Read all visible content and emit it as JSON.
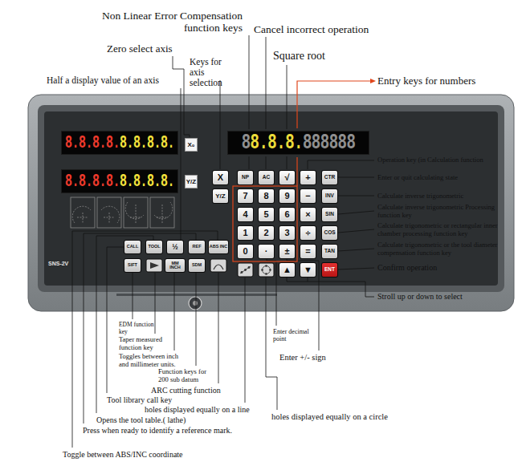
{
  "diagram": {
    "nodes": [
      {
        "text": [
          "SNS-2V"
        ]
      },
      {
        "text": [
          "8.8.8.8.",
          "8.8.8.8."
        ],
        "in": 0
      },
      {
        "text": [
          "X₀"
        ],
        "in": 0
      },
      {
        "text": [
          "8",
          "8.8.8.",
          "888888"
        ],
        "in": 0
      },
      {
        "text": [
          "8.8.8.8.",
          "8.8.8.8."
        ],
        "in": 0
      },
      {
        "text": [
          "Y/Z"
        ],
        "in": 0
      },
      {
        "text": [
          "X"
        ],
        "in": 0
      },
      {
        "text": [
          "NP"
        ],
        "in": 0
      },
      {
        "text": [
          "AC"
        ],
        "in": 0
      },
      {
        "text": [
          "√"
        ],
        "in": 0
      },
      {
        "text": [
          "+"
        ],
        "in": 0
      },
      {
        "text": [
          "CTR"
        ],
        "in": 0
      },
      {
        "text": [
          "Y/Z"
        ],
        "in": 0
      },
      {
        "text": [
          "7"
        ],
        "in": 0
      },
      {
        "text": [
          "8"
        ],
        "in": 0
      },
      {
        "text": [
          "9"
        ],
        "in": 0
      },
      {
        "text": [
          "−"
        ],
        "in": 0
      },
      {
        "text": [
          "INV"
        ],
        "in": 0
      },
      {
        "text": [
          "4"
        ],
        "in": 0
      },
      {
        "text": [
          "5"
        ],
        "in": 0
      },
      {
        "text": [
          "6"
        ],
        "in": 0
      },
      {
        "text": [
          "×"
        ],
        "in": 0
      },
      {
        "text": [
          "SIN"
        ],
        "in": 0
      },
      {
        "text": [
          "1"
        ],
        "in": 0
      },
      {
        "text": [
          "2"
        ],
        "in": 0
      },
      {
        "text": [
          "3"
        ],
        "in": 0
      },
      {
        "text": [
          "÷"
        ],
        "in": 0
      },
      {
        "text": [
          "COS"
        ],
        "in": 0
      },
      {
        "text": [
          "CALL"
        ],
        "in": 0
      },
      {
        "text": [
          "TOOL"
        ],
        "in": 0
      },
      {
        "text": [
          "½"
        ],
        "in": 0
      },
      {
        "text": [
          "REF"
        ],
        "in": 0
      },
      {
        "text": [
          "ABS INC"
        ],
        "in": 0
      },
      {
        "text": [
          "0"
        ],
        "in": 0
      },
      {
        "text": [
          "·"
        ],
        "in": 0
      },
      {
        "text": [
          "±"
        ],
        "in": 0
      },
      {
        "text": [
          "="
        ],
        "in": 0
      },
      {
        "text": [
          "TAN"
        ],
        "in": 0
      },
      {
        "text": [
          "SIFT"
        ],
        "in": 0
      },
      {
        "text": [
          "MM INCH"
        ],
        "in": 0
      },
      {
        "text": [
          "SDM"
        ],
        "in": 0
      },
      {
        "text": [
          "▲"
        ],
        "in": 0
      },
      {
        "text": [
          "▼"
        ],
        "in": 0
      },
      {
        "text": [
          "ENT"
        ],
        "in": 0
      }
    ],
    "labels": [
      "Non Linear Error Compensation function keys",
      "Cancel incorrect operation",
      "Zero select axis",
      "Square root",
      "Keys for axis selection",
      "Half a display value of an axis",
      "Entry keys for numbers",
      "Operation key (in Calculation function",
      "Enter or quit calculating state",
      "Calculate inverse trigonometric",
      "Calculate inverse trigonometric Processing function key",
      "Calculate trigonometric or rectangular inner chamber processing function key",
      "Calculate trigonometric or the tool diameter compensation function key",
      "Confirm operation",
      "Stroll up or down to select",
      "EDM function key",
      "Taper measured function key",
      "Enter decimal point",
      "Toggles between inch and millimeter units.",
      "Function keys for 200 sub datum",
      "Enter +/- sign",
      "ARC cutting function",
      "Tool library call key",
      "holes displayed equally on a line",
      "Opens the tool table.( lathe)",
      "holes displayed equally on a circle",
      "Press when ready to identify a reference mark.",
      "Toggle between ABS/INC coordinate"
    ]
  }
}
